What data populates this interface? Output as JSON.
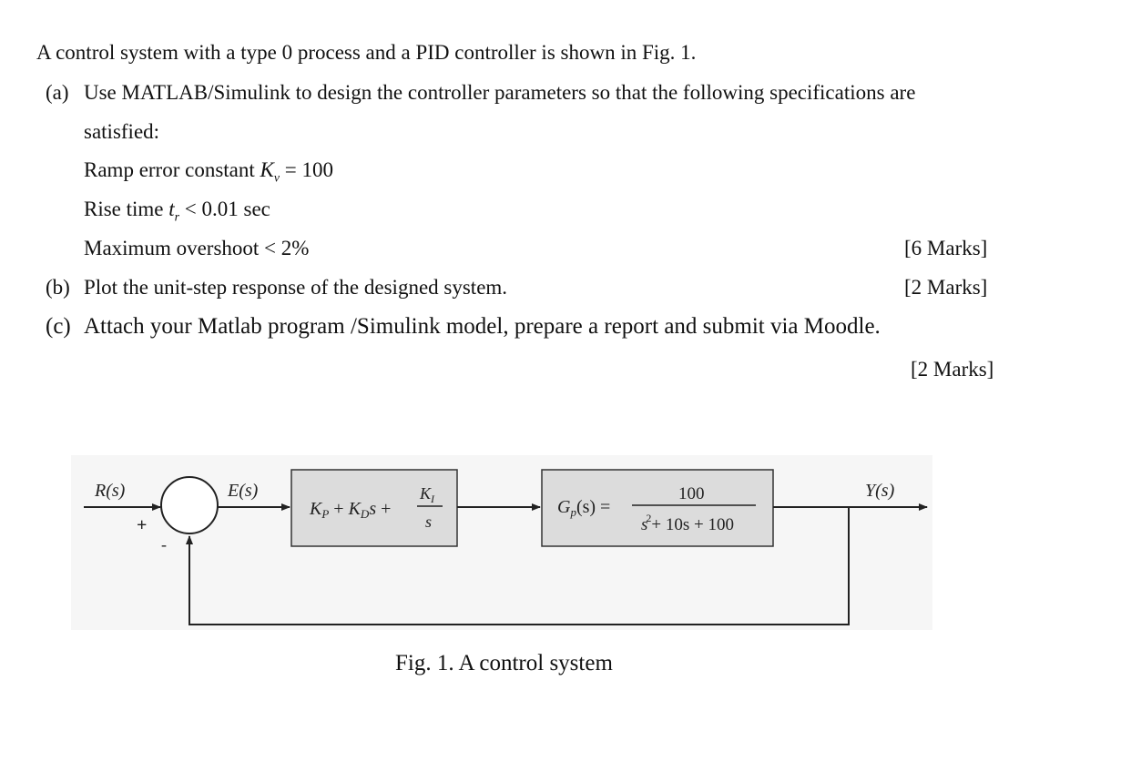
{
  "intro": "A control system with a type 0 process and a PID controller is shown in Fig. 1.",
  "part_a": {
    "label": "(a)",
    "text_line1": "Use MATLAB/Simulink to design the controller parameters so that the following specifications are",
    "text_line2": "satisfied:",
    "spec1": {
      "prefix": "Ramp error constant ",
      "var": "K",
      "sub": "v",
      "rel": " = 100"
    },
    "spec2": {
      "prefix": "Rise time ",
      "var": "t",
      "sub": "r",
      "rel": " < 0.01 sec"
    },
    "spec3": "Maximum overshoot < 2%",
    "marks": "[6 Marks]"
  },
  "part_b": {
    "label": "(b)",
    "text": "Plot the unit-step response of the designed system.",
    "marks": "[2 Marks]"
  },
  "part_c": {
    "label": "(c)",
    "text": "Attach your Matlab program /Simulink model, prepare a report and submit via Moodle.",
    "marks": "[2 Marks]"
  },
  "diagram": {
    "input": "R(s)",
    "error": "E(s)",
    "output": "Y(s)",
    "plus_sign": "+",
    "minus_sign": "-",
    "controller": {
      "kp": "K",
      "kp_sub": "P",
      "plus1": " + ",
      "kd": "K",
      "kd_sub": "D",
      "kd_var": "s",
      "plus2": " + ",
      "ki_num": "K",
      "ki_sub": "I",
      "ki_den": "s"
    },
    "plant": {
      "lhs": "G",
      "lhs_sub": "p",
      "lhs_arg": "(s) =",
      "numerator": "100",
      "den_s": "s",
      "den_exp": "2",
      "den_rest": "+ 10s + 100"
    }
  },
  "caption": "Fig. 1. A control system",
  "colors": {
    "text": "#111111",
    "block_fill": "#dcdcdc",
    "line": "#222222",
    "diagram_bg": "#f6f6f6"
  }
}
